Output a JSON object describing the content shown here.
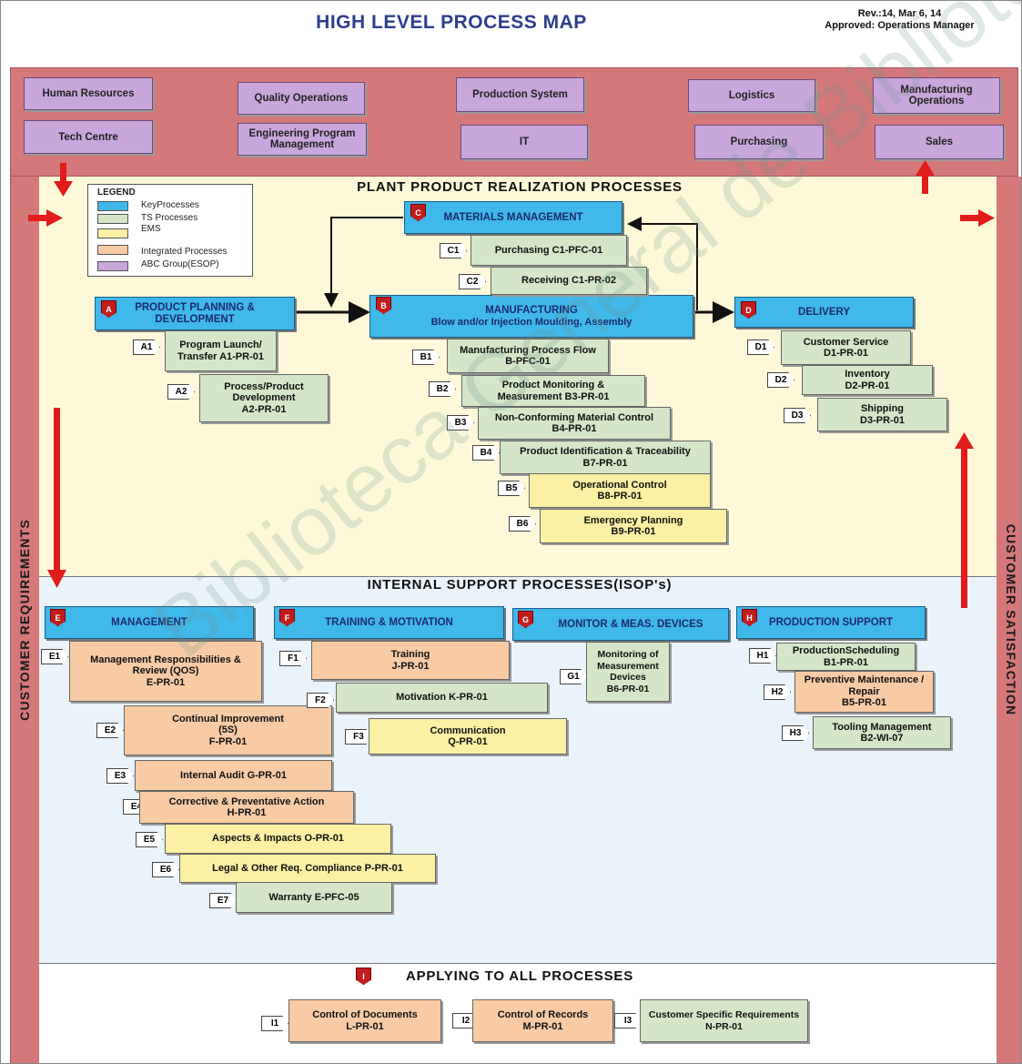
{
  "header": {
    "title": "HIGH LEVEL PROCESS MAP",
    "rev": "Rev.:14,  Mar 6, 14",
    "approved": "Approved: Operations Manager"
  },
  "departments": [
    "Human Resources",
    "Quality Operations",
    "Production System",
    "Logistics",
    "Manufacturing Operations",
    "Tech Centre",
    "Engineering Program Management",
    "IT",
    "Purchasing",
    "Sales"
  ],
  "side": {
    "left": "CUSTOMER  REQUIREMENTS",
    "right": "CUSTOMER  SATISFACTION"
  },
  "legend": {
    "title": "LEGEND",
    "items": [
      {
        "label": "KeyProcesses",
        "color": "#3fb8ea"
      },
      {
        "label": "TS Processes",
        "color": "#d4e6c7"
      },
      {
        "label": "EMS",
        "color": "#fbf0a4"
      },
      {
        "label": "Integrated Processes",
        "color": "#f8cba5"
      },
      {
        "label": "ABC Group(ESOP)",
        "color": "#c9a6dc"
      }
    ]
  },
  "sections": {
    "plant": "PLANT PRODUCT REALIZATION PROCESSES",
    "internal": "INTERNAL SUPPORT PROCESSES(ISOP's)",
    "all": "APPLYING TO ALL PROCESSES"
  },
  "key_processes": {
    "A": {
      "letter": "A",
      "line1": "PRODUCT  PLANNING &",
      "line2": "DEVELOPMENT"
    },
    "B": {
      "letter": "B",
      "line1": "MANUFACTURING",
      "line2": "Blow and/or Injection Moulding, Assembly"
    },
    "C": {
      "letter": "C",
      "line1": "MATERIALS  MANAGEMENT"
    },
    "D": {
      "letter": "D",
      "line1": "DELIVERY"
    },
    "E": {
      "letter": "E",
      "line1": "MANAGEMENT"
    },
    "F": {
      "letter": "F",
      "line1": "TRAINING & MOTIVATION"
    },
    "G": {
      "letter": "G",
      "line1": "MONITOR & MEAS. DEVICES"
    },
    "H": {
      "letter": "H",
      "line1": "PRODUCTION  SUPPORT"
    },
    "I": {
      "letter": "I"
    }
  },
  "processes": {
    "C1": {
      "tag": "C1",
      "text": "Purchasing C1-PFC-01"
    },
    "C2": {
      "tag": "C2",
      "text": "Receiving  C1-PR-02"
    },
    "A1": {
      "tag": "A1",
      "line1": "Program Launch/",
      "line2": "Transfer  A1-PR-01"
    },
    "A2": {
      "tag": "A2",
      "line1": "Process/Product",
      "line2": "Development",
      "line3": "A2-PR-01"
    },
    "B1": {
      "tag": "B1",
      "line1": "Manufacturing Process Flow",
      "line2": "B-PFC-01"
    },
    "B2": {
      "tag": "B2",
      "line1": "Product Monitoring &",
      "line2": "Measurement   B3-PR-01"
    },
    "B3": {
      "tag": "B3",
      "line1": "Non-Conforming Material Control",
      "line2": "B4-PR-01"
    },
    "B4": {
      "tag": "B4",
      "line1": "Product Identification & Traceability",
      "line2": "B7-PR-01"
    },
    "B5": {
      "tag": "B5",
      "line1": "Operational Control",
      "line2": "B8-PR-01"
    },
    "B6": {
      "tag": "B6",
      "line1": "Emergency Planning",
      "line2": "B9-PR-01"
    },
    "D1": {
      "tag": "D1",
      "line1": "Customer Service",
      "line2": "D1-PR-01"
    },
    "D2": {
      "tag": "D2",
      "line1": "Inventory",
      "line2": "D2-PR-01"
    },
    "D3": {
      "tag": "D3",
      "line1": "Shipping",
      "line2": "D3-PR-01"
    },
    "E1": {
      "tag": "E1",
      "line1": "Management Responsibilities &",
      "line2": "Review (QOS)",
      "line3": "E-PR-01"
    },
    "E2": {
      "tag": "E2",
      "line1": "Continual Improvement",
      "line2": "(5S)",
      "line3": "F-PR-01"
    },
    "E3": {
      "tag": "E3",
      "text": "Internal Audit G-PR-01"
    },
    "E4": {
      "tag": "E4",
      "line1": "Corrective & Preventative Action",
      "line2": "H-PR-01"
    },
    "E5": {
      "tag": "E5",
      "text": "Aspects & Impacts  O-PR-01"
    },
    "E6": {
      "tag": "E6",
      "text": "Legal & Other Req. Compliance  P-PR-01"
    },
    "E7": {
      "tag": "E7",
      "text": "Warranty  E-PFC-05"
    },
    "F1": {
      "tag": "F1",
      "line1": "Training",
      "line2": "J-PR-01"
    },
    "F2": {
      "tag": "F2",
      "text": "Motivation  K-PR-01"
    },
    "F3": {
      "tag": "F3",
      "line1": "Communication",
      "line2": "Q-PR-01"
    },
    "G1": {
      "tag": "G1",
      "line1": "Monitoring of",
      "line2": "Measurement",
      "line3": "Devices",
      "line4": "B6-PR-01"
    },
    "H1": {
      "tag": "H1",
      "line1": "ProductionScheduling",
      "line2": "B1-PR-01"
    },
    "H2": {
      "tag": "H2",
      "line1": "Preventive Maintenance /",
      "line2": "Repair",
      "line3": "B5-PR-01"
    },
    "H3": {
      "tag": "H3",
      "line1": "Tooling Management",
      "line2": "B2-WI-07"
    },
    "I1": {
      "tag": "I1",
      "line1": "Control of Documents",
      "line2": "L-PR-01"
    },
    "I2": {
      "tag": "I2",
      "line1": "Control of Records",
      "line2": "M-PR-01"
    },
    "I3": {
      "tag": "I3",
      "line1": "Customer Specific Requirements",
      "line2": "N-PR-01"
    }
  },
  "watermark": "Biblioteca General de Biblioteca Digital de Biblioteca",
  "colors": {
    "key": "#3fb8ea",
    "ts": "#d4e6c7",
    "ems": "#fbf0a4",
    "integrated": "#f8cba5",
    "abc": "#c9a6dc",
    "band": "#d4787a",
    "arrow": "#e21b1b",
    "badge": "#c21d1d"
  }
}
